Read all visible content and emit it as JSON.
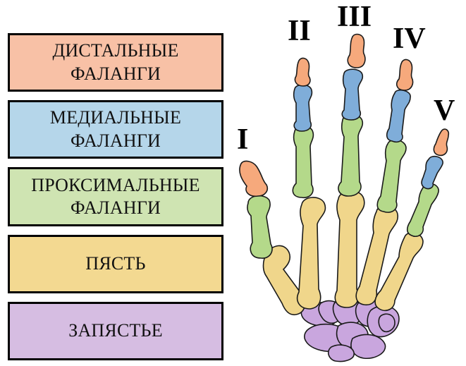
{
  "legend": [
    {
      "id": "distal",
      "line1": "ДИСТАЛЬНЫЕ",
      "line2": "ФАЛАНГИ",
      "color": "#f8c1a6"
    },
    {
      "id": "medial",
      "line1": "МЕДИАЛЬНЫЕ",
      "line2": "ФАЛАНГИ",
      "color": "#b5d6ea"
    },
    {
      "id": "proximal",
      "line1": "ПРОКСИМАЛЬНЫЕ",
      "line2": "ФАЛАНГИ",
      "color": "#cfe4b2"
    },
    {
      "id": "metacarpal",
      "line1": "ПЯСТЬ",
      "line2": "",
      "color": "#f3d991"
    },
    {
      "id": "carpal",
      "line1": "ЗАПЯСТЬЕ",
      "line2": "",
      "color": "#d6bde2"
    }
  ],
  "finger_numerals": [
    "I",
    "II",
    "III",
    "IV",
    "V"
  ],
  "bone_colors": {
    "distal": "#f6a97c",
    "medial": "#7fadd9",
    "proximal": "#b4d98a",
    "metacarpal": "#f0d68b",
    "carpal": "#c9a6de"
  }
}
